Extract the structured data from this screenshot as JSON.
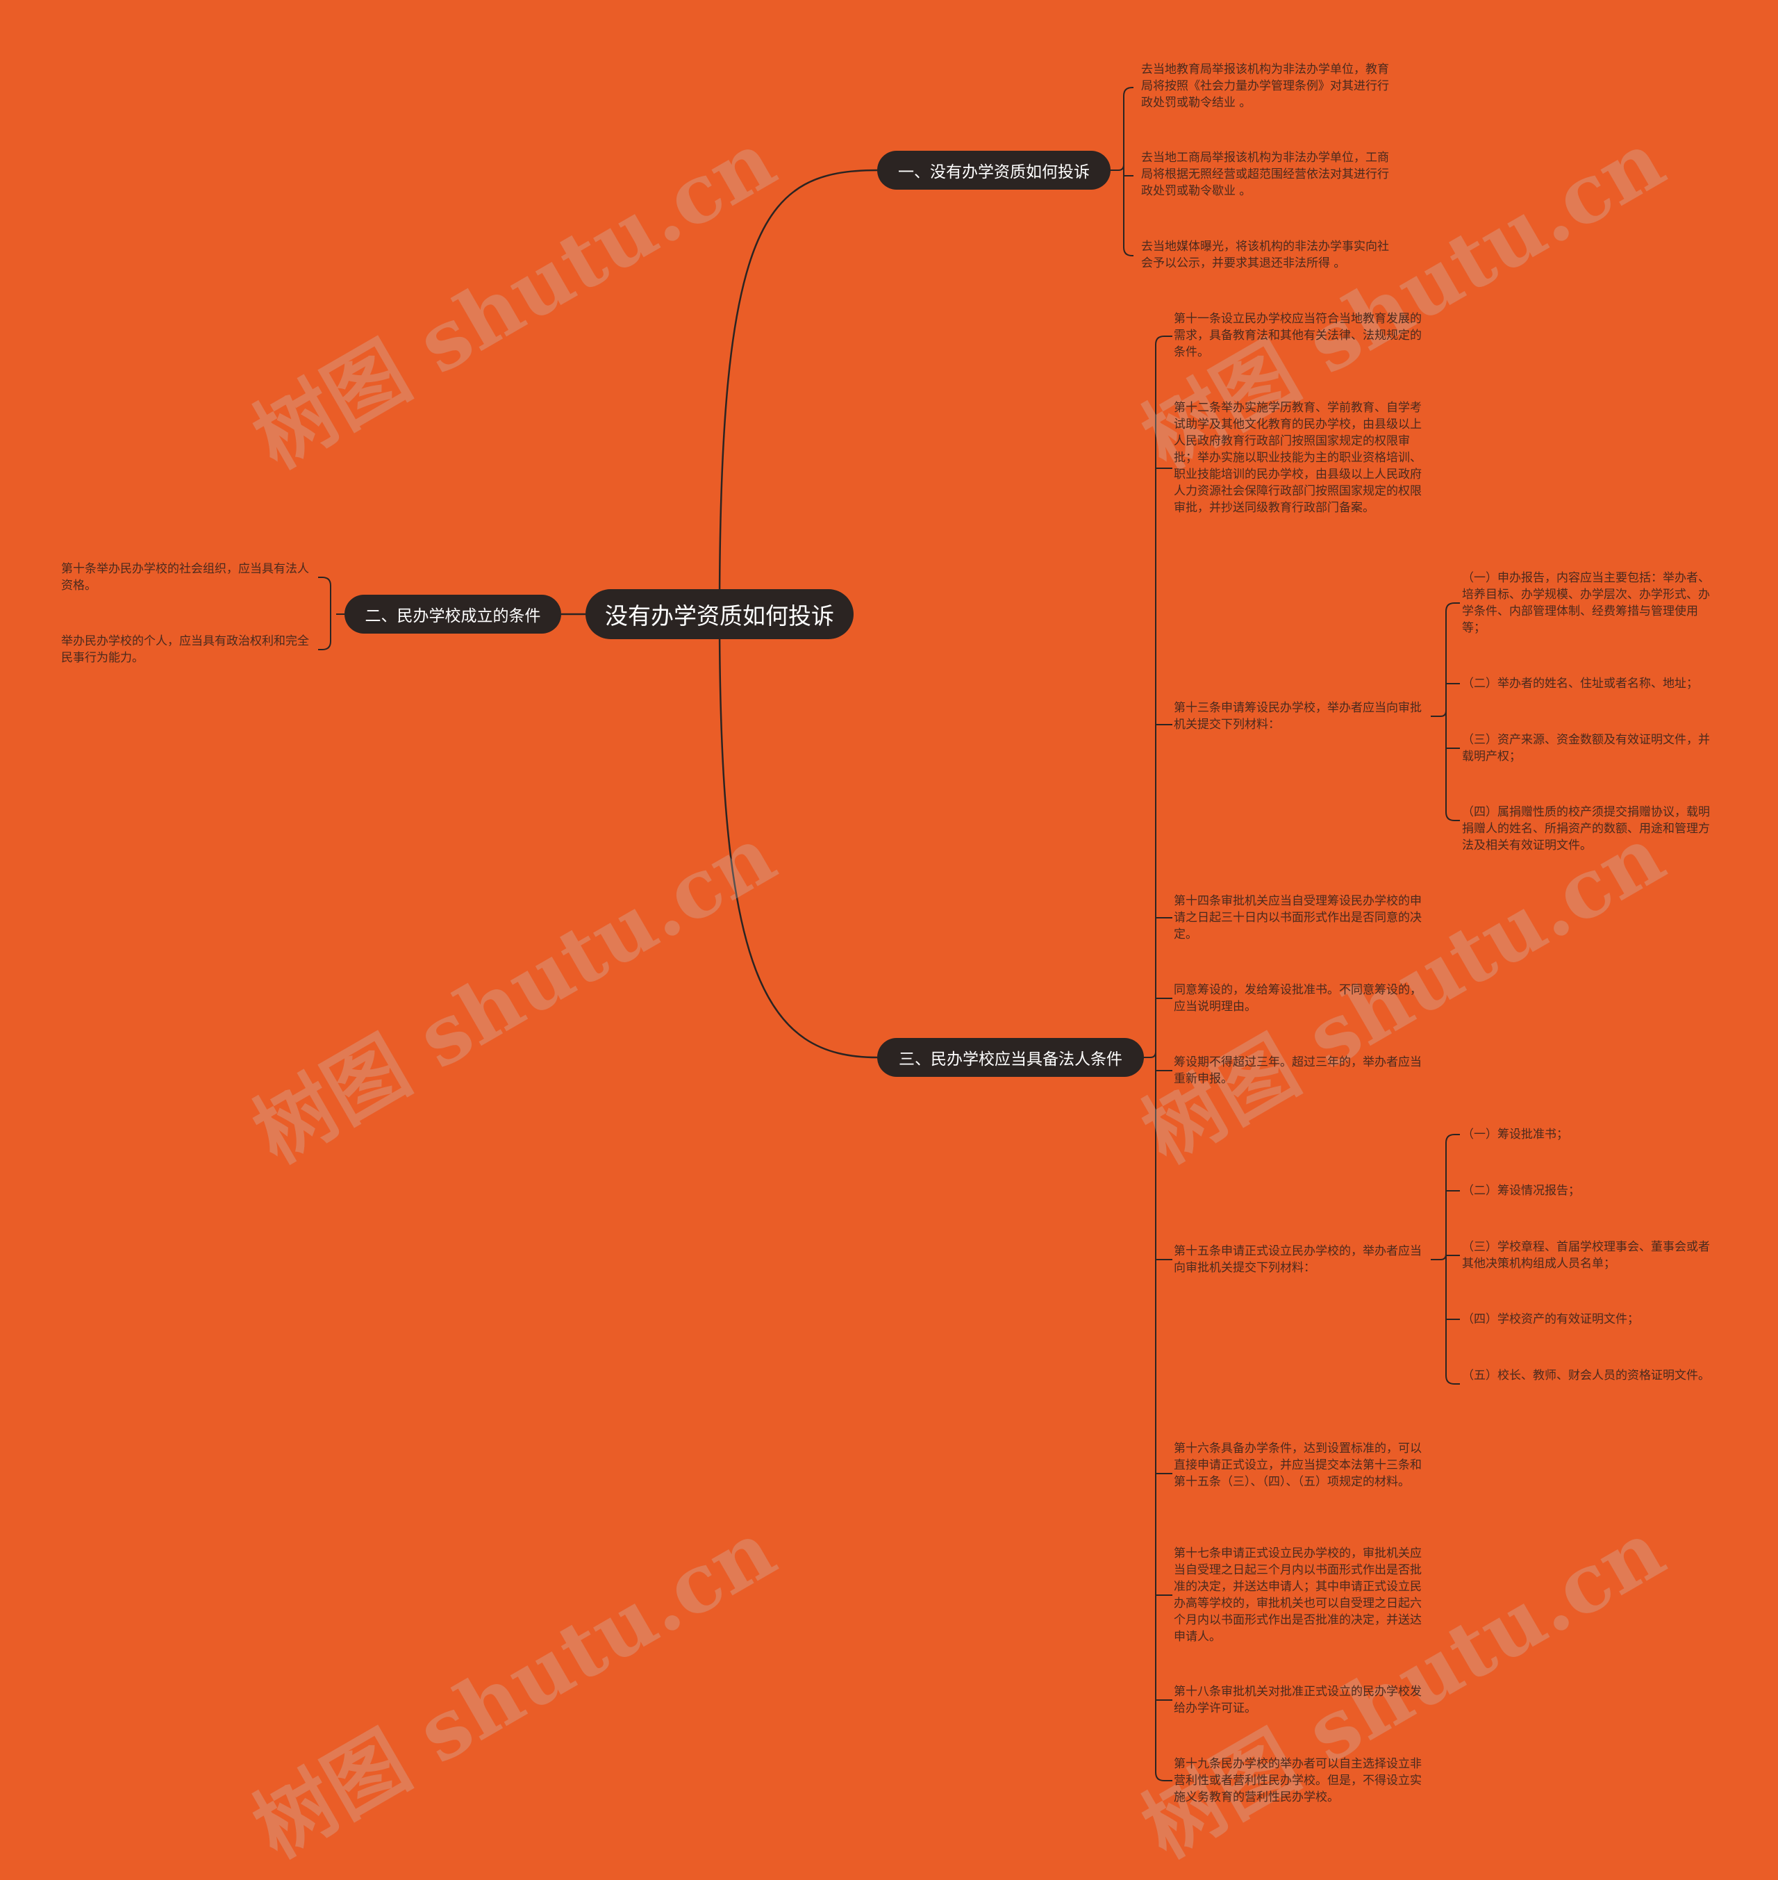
{
  "colors": {
    "background": "#ea5d27",
    "node": "#2b2422",
    "node_text": "#ffffff",
    "leaf_text": "#4a2a1e",
    "line": "#2b2422"
  },
  "watermark": "树图 shutu.cn",
  "root": {
    "label": "没有办学资质如何投诉"
  },
  "branches": [
    {
      "label": "一、没有办学资质如何投诉",
      "leaves": [
        {
          "text": "去当地教育局举报该机构为非法办学单位，教育局将按照《社会力量办学管理条例》对其进行行政处罚或勒令结业 。"
        },
        {
          "text": "去当地工商局举报该机构为非法办学单位，工商局将根据无照经营或超范围经营依法对其进行行政处罚或勒令歇业 。"
        },
        {
          "text": "去当地媒体曝光，将该机构的非法办学事实向社会予以公示，并要求其退还非法所得 。"
        }
      ]
    },
    {
      "label": "二、民办学校成立的条件",
      "leaves": [
        {
          "text": "第十条举办民办学校的社会组织，应当具有法人资格。"
        },
        {
          "text": "举办民办学校的个人，应当具有政治权利和完全民事行为能力。"
        }
      ]
    },
    {
      "label": "三、民办学校应当具备法人条件",
      "leaves": [
        {
          "text": "第十一条设立民办学校应当符合当地教育发展的需求，具备教育法和其他有关法律、法规规定的条件。"
        },
        {
          "text": "第十二条举办实施学历教育、学前教育、自学考试助学及其他文化教育的民办学校，由县级以上人民政府教育行政部门按照国家规定的权限审批；举办实施以职业技能为主的职业资格培训、职业技能培训的民办学校，由县级以上人民政府人力资源社会保障行政部门按照国家规定的权限审批，并抄送同级教育行政部门备案。"
        },
        {
          "text": "第十三条申请筹设民办学校，举办者应当向审批机关提交下列材料：",
          "children": [
            "（一）申办报告，内容应当主要包括：举办者、培养目标、办学规模、办学层次、办学形式、办学条件、内部管理体制、经费筹措与管理使用等；",
            "（二）举办者的姓名、住址或者名称、地址；",
            "（三）资产来源、资金数额及有效证明文件，并载明产权；",
            "（四）属捐赠性质的校产须提交捐赠协议，载明捐赠人的姓名、所捐资产的数额、用途和管理方法及相关有效证明文件。"
          ]
        },
        {
          "text": "第十四条审批机关应当自受理筹设民办学校的申请之日起三十日内以书面形式作出是否同意的决定。"
        },
        {
          "text": "同意筹设的，发给筹设批准书。不同意筹设的，应当说明理由。"
        },
        {
          "text": "筹设期不得超过三年。超过三年的，举办者应当重新申报。"
        },
        {
          "text": "第十五条申请正式设立民办学校的，举办者应当向审批机关提交下列材料：",
          "children": [
            "（一）筹设批准书；",
            "（二）筹设情况报告；",
            "（三）学校章程、首届学校理事会、董事会或者其他决策机构组成人员名单；",
            "（四）学校资产的有效证明文件；",
            "（五）校长、教师、财会人员的资格证明文件。"
          ]
        },
        {
          "text": "第十六条具备办学条件，达到设置标准的，可以直接申请正式设立，并应当提交本法第十三条和第十五条（三）、（四）、（五）项规定的材料。"
        },
        {
          "text": "第十七条申请正式设立民办学校的，审批机关应当自受理之日起三个月内以书面形式作出是否批准的决定，并送达申请人；其中申请正式设立民办高等学校的，审批机关也可以自受理之日起六个月内以书面形式作出是否批准的决定，并送达申请人。"
        },
        {
          "text": "第十八条审批机关对批准正式设立的民办学校发给办学许可证。"
        },
        {
          "text": "第十九条民办学校的举办者可以自主选择设立非营利性或者营利性民办学校。但是，不得设立实施义务教育的营利性民办学校。"
        }
      ]
    }
  ]
}
